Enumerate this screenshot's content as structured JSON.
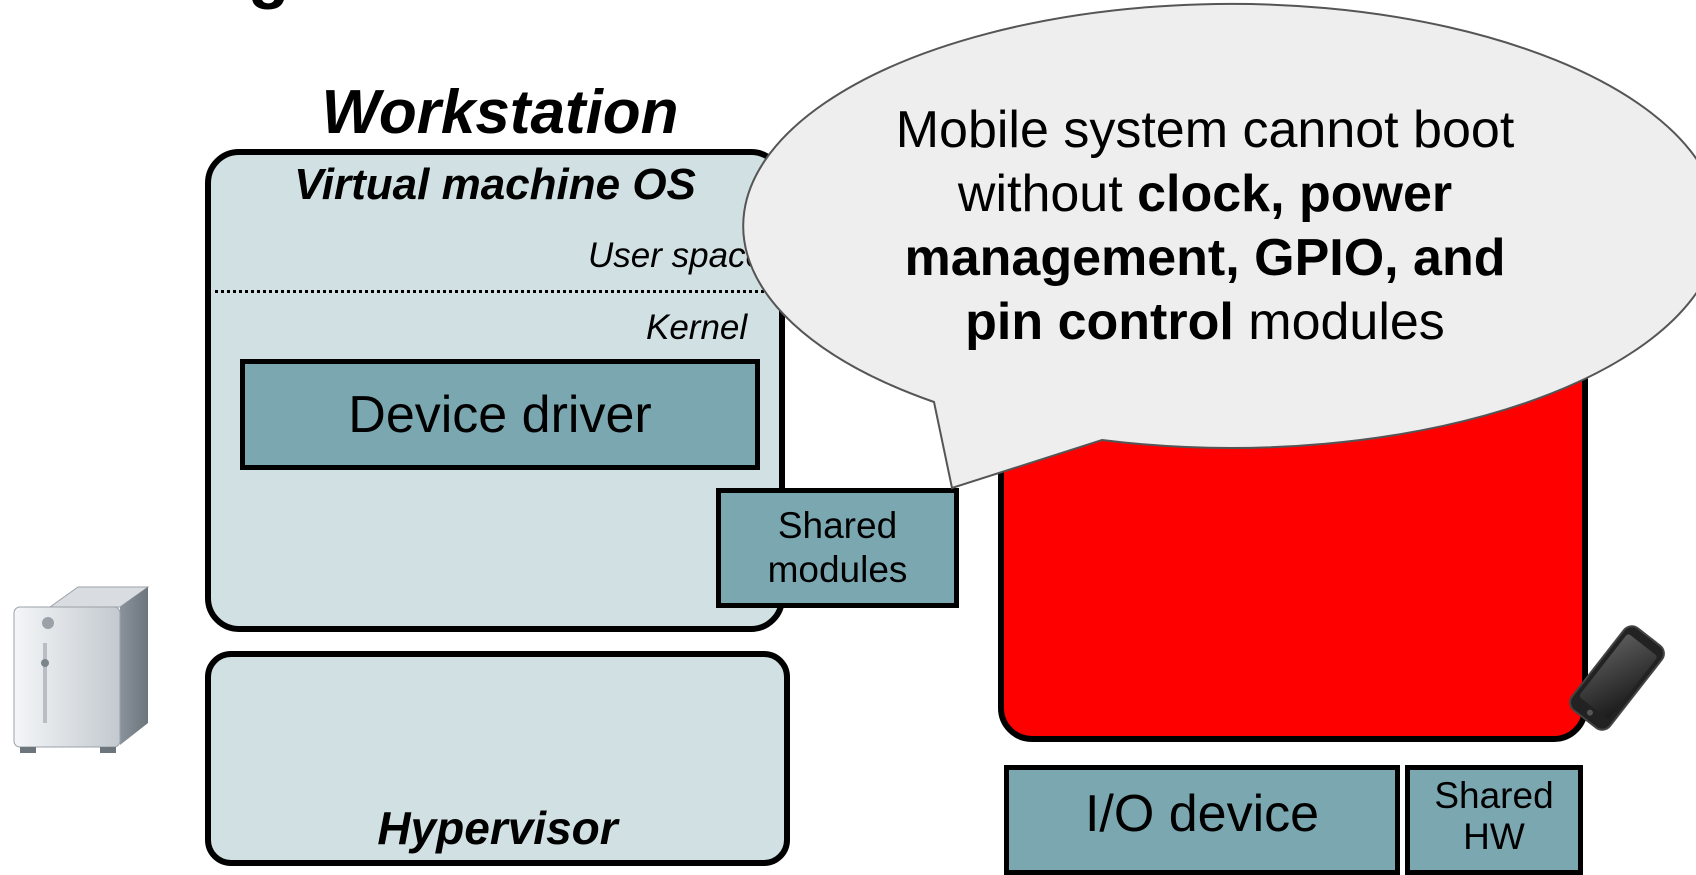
{
  "cut_title": "g",
  "workstation": {
    "title": "Workstation",
    "vm_title": "Virtual machine OS",
    "user_space_label": "User space",
    "kernel_label": "Kernel",
    "device_driver_label": "Device driver",
    "hypervisor_label": "Hypervisor"
  },
  "shared_modules": {
    "line1": "Shared",
    "line2": "modules"
  },
  "mobile": {
    "fill_color": "#ff0000",
    "io_device_label": "I/O device",
    "shared_hw": {
      "line1": "Shared",
      "line2": "HW"
    }
  },
  "callout": {
    "line1": "Mobile system cannot boot",
    "line2_plain": "without ",
    "line2_bold": "clock, power",
    "line3_bold": "management, GPIO, and",
    "line4_bold": "pin control",
    "line4_plain": " modules"
  },
  "icons": {
    "server": "server-tower-icon",
    "phone": "smartphone-icon"
  },
  "colors": {
    "vm_fill": "#d1e0e2",
    "module_fill": "#7aa7b0",
    "callout_fill": "#eeeeee"
  }
}
